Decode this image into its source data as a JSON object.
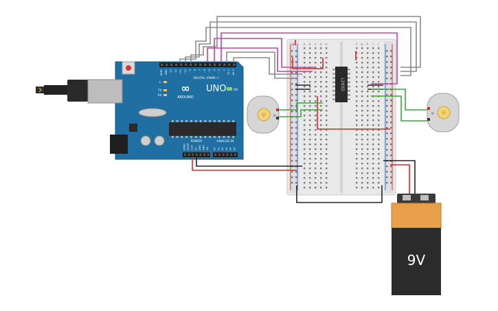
{
  "arduino": {
    "brand_mark": "∞",
    "uno_text": "UNO",
    "arduino_text": "ARDUINO",
    "digital_header": "DIGITAL (PWM~)",
    "on_text": "ON",
    "power_header": "POWER",
    "analog_header": "ANALOG IN",
    "led_l": "L",
    "led_tx": "TX",
    "led_rx": "RX",
    "pins_top": [
      "AREF",
      "GND",
      "13",
      "12",
      "~11",
      "~10",
      "~9",
      "8",
      "7",
      "~6",
      "~5",
      "4",
      "~3",
      "2",
      "TX 1",
      "RX 0"
    ],
    "pins_bottom_power": [
      "IOREF",
      "RESET",
      "3.3V",
      "5V",
      "GND",
      "GND",
      "Vin"
    ],
    "pins_bottom_analog": [
      "A0",
      "A1",
      "A2",
      "A3",
      "A4",
      "A5"
    ],
    "colors": {
      "board": "#1f6fa3",
      "board_dark": "#17577f",
      "chip": "#2a2a2a"
    }
  },
  "breadboard": {
    "col_letters": [
      "a",
      "b",
      "c",
      "d",
      "e",
      "f",
      "g",
      "h",
      "i",
      "j"
    ],
    "rail_plus": "+",
    "rail_minus": "-"
  },
  "ic": {
    "label": "L293D"
  },
  "motor_left": {
    "label": "M"
  },
  "motor_right": {
    "label": "M"
  },
  "battery": {
    "label": "9V",
    "colors": {
      "top": "#e8a04a",
      "body": "#2b2b2b"
    }
  },
  "wire_colors": {
    "gray": "#8a8a8a",
    "pink": "#b5489b",
    "red": "#d62a2a",
    "black": "#222222",
    "green": "#3aa83a"
  }
}
